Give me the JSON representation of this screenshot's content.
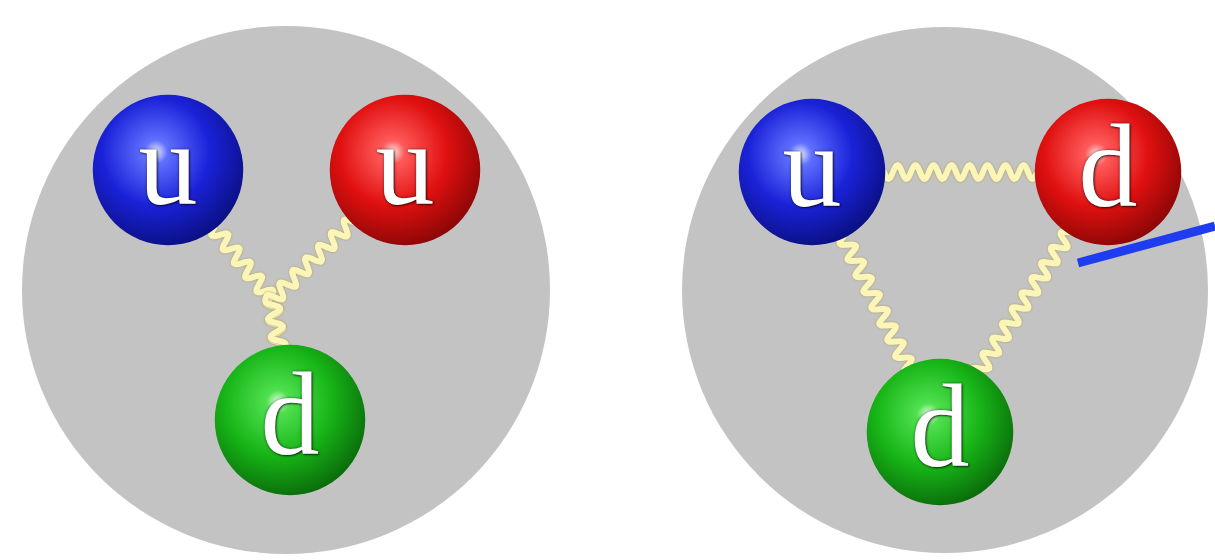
{
  "diagram": {
    "nodes": [
      {
        "text": [
          "u"
        ]
      },
      {
        "text": [
          "u"
        ]
      },
      {
        "text": [
          "d"
        ]
      },
      {
        "text": [
          "u"
        ]
      },
      {
        "text": [
          "d"
        ]
      },
      {
        "text": [
          "d"
        ]
      }
    ],
    "edges": [
      {
        "from": 0,
        "to": 2,
        "arrow": "none"
      },
      {
        "from": 1,
        "to": 2,
        "arrow": "none"
      },
      {
        "from": 3,
        "to": 4,
        "arrow": "none"
      },
      {
        "from": 3,
        "to": 5,
        "arrow": "none"
      },
      {
        "from": 4,
        "to": 5,
        "arrow": "none"
      }
    ]
  }
}
